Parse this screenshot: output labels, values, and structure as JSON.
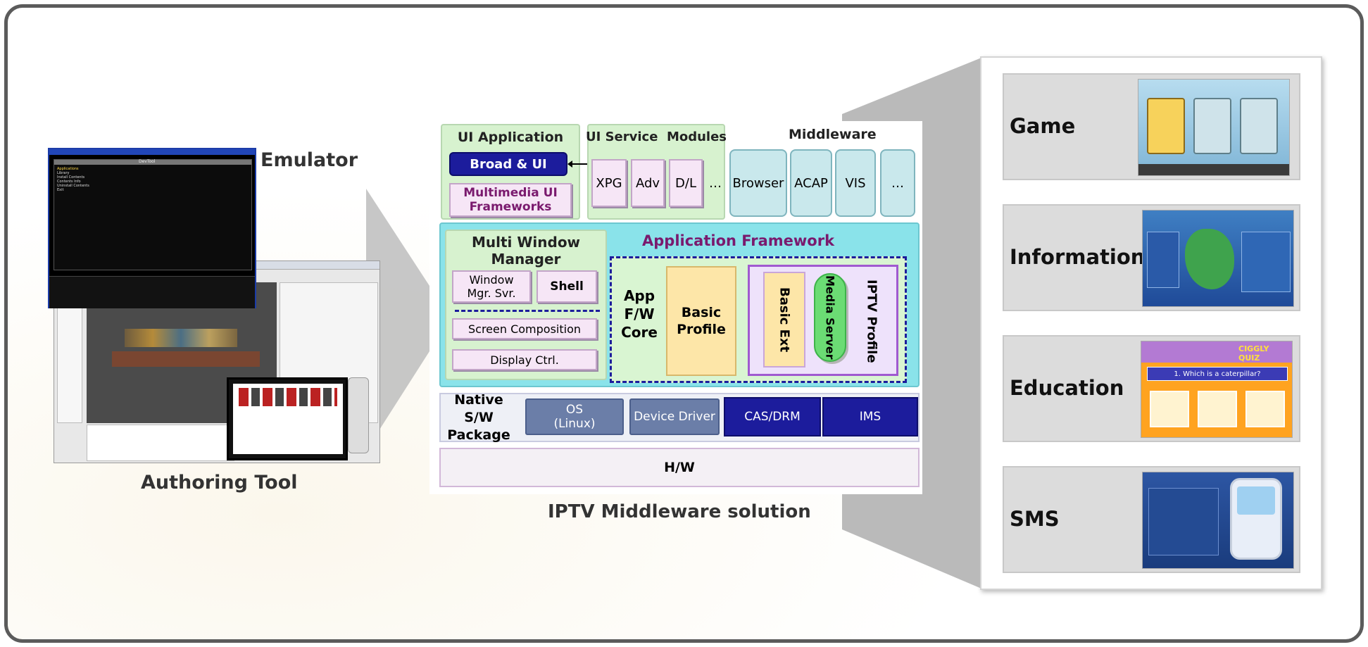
{
  "left": {
    "emulator_label": "Emulator",
    "authoring_label": "Authoring Tool",
    "emulator_window_title": "DevTool",
    "emulator_menu": [
      "Applications",
      "Library",
      "Install Contents",
      "Contents Info",
      "Uninstall Contents",
      "Exit"
    ]
  },
  "diagram": {
    "caption": "IPTV Middleware solution",
    "ui_application": "UI Application",
    "broad_ui": "Broad & UI",
    "multimedia_ui": "Multimedia UI Frameworks",
    "ui_service_modules": "UI Service  Modules",
    "service_items": [
      "XPG",
      "Adv",
      "D/L",
      "…"
    ],
    "middleware": "Middleware",
    "middleware_items": [
      "Browser",
      "ACAP",
      "VIS",
      "…"
    ],
    "multi_window_manager": "Multi Window Manager",
    "window_mgr_svr": "Window Mgr. Svr.",
    "shell": "Shell",
    "screen_composition": "Screen Composition",
    "display_ctrl": "Display Ctrl.",
    "application_framework": "Application Framework",
    "app_fw_core": "App F/W Core",
    "basic_profile": "Basic Profile",
    "basic_ext": "Basic Ext",
    "media_server": "Media Server",
    "iptv_profile": "IPTV Profile",
    "native_sw_package": "Native S/W Package",
    "os": "OS (Linux)",
    "device_driver": "Device Driver",
    "cas_drm": "CAS/DRM",
    "ims": "IMS",
    "hw": "H/W"
  },
  "services": [
    {
      "label": "Game"
    },
    {
      "label": "Information"
    },
    {
      "label": "Education"
    },
    {
      "label": "SMS"
    }
  ],
  "thumb_text": {
    "edu_question": "1. Which is a caterpillar?",
    "edu_logo": "CIGGLY QUIZ"
  },
  "colors": {
    "frame": "#5b5b5b",
    "cyan_panel": "#8ae3ea",
    "green_panel": "#d7f2cf",
    "navy": "#1c1c9c",
    "purple_text": "#7a1a6e"
  }
}
